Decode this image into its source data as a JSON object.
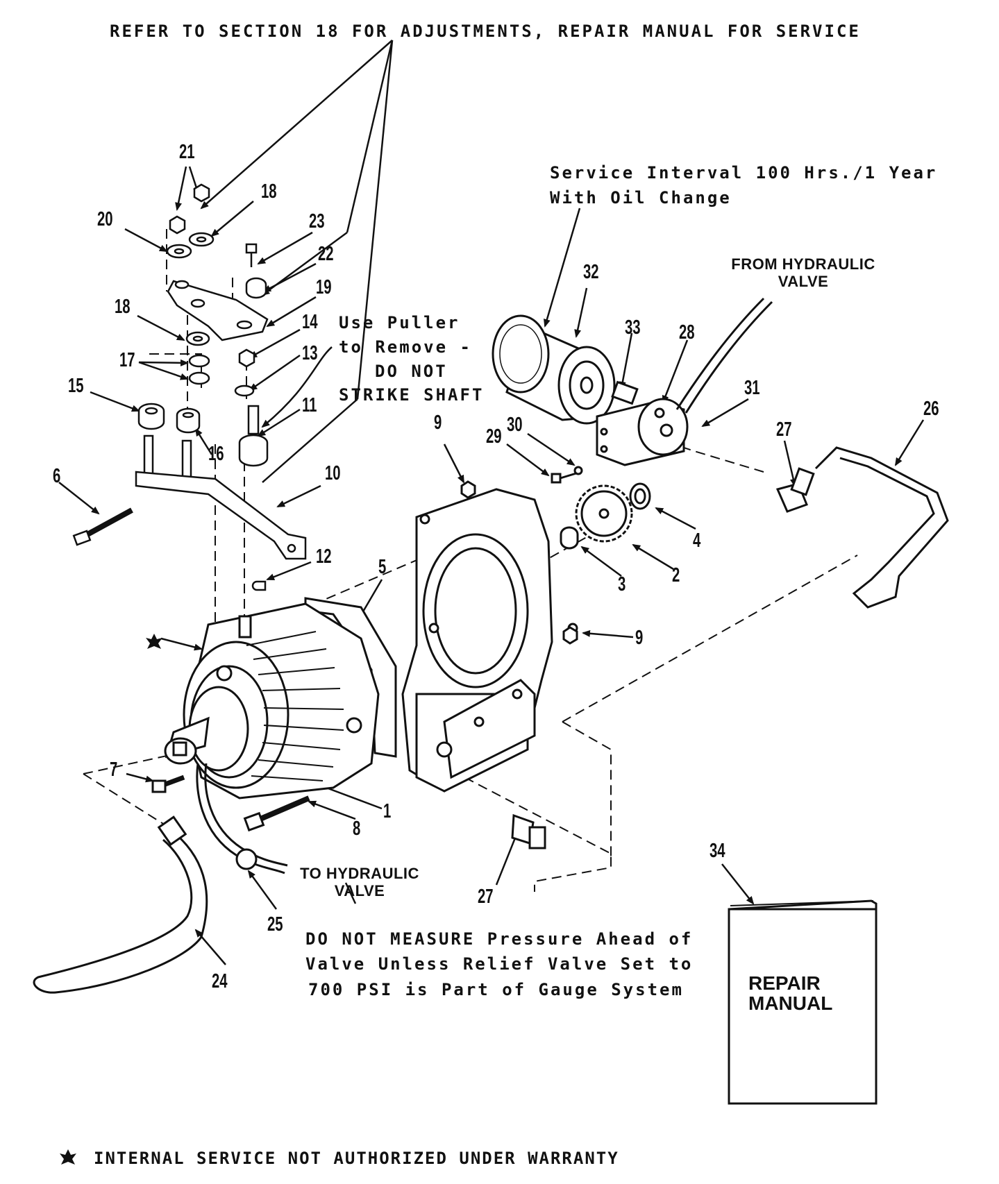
{
  "notes": {
    "top": "REFER TO SECTION 18 FOR ADJUSTMENTS, REPAIR MANUAL FOR SERVICE",
    "service_interval_1": "Service Interval 100 Hrs./1 Year",
    "service_interval_2": "With Oil Change",
    "from_hydraulic_1": "FROM HYDRAULIC",
    "from_hydraulic_2": "VALVE",
    "puller_1": "Use Puller",
    "puller_2": "to Remove -",
    "puller_3": "DO NOT",
    "puller_4": "STRIKE SHAFT",
    "to_hydraulic_1": "TO HYDRAULIC",
    "to_hydraulic_2": "VALVE",
    "measure_1": "DO NOT MEASURE Pressure Ahead of",
    "measure_2": "Valve Unless Relief Valve Set to",
    "measure_3": "700 PSI is Part of Gauge System",
    "warranty": "INTERNAL SERVICE NOT AUTHORIZED UNDER WARRANTY",
    "manual_1": "REPAIR",
    "manual_2": "MANUAL"
  },
  "callouts": [
    {
      "id": "c21",
      "label": "21"
    },
    {
      "id": "c18a",
      "label": "18"
    },
    {
      "id": "c20",
      "label": "20"
    },
    {
      "id": "c23",
      "label": "23"
    },
    {
      "id": "c22",
      "label": "22"
    },
    {
      "id": "c19",
      "label": "19"
    },
    {
      "id": "c18b",
      "label": "18"
    },
    {
      "id": "c14",
      "label": "14"
    },
    {
      "id": "c17",
      "label": "17"
    },
    {
      "id": "c13",
      "label": "13"
    },
    {
      "id": "c15",
      "label": "15"
    },
    {
      "id": "c11",
      "label": "11"
    },
    {
      "id": "c16",
      "label": "16"
    },
    {
      "id": "c6",
      "label": "6"
    },
    {
      "id": "c10",
      "label": "10"
    },
    {
      "id": "c12",
      "label": "12"
    },
    {
      "id": "c5",
      "label": "5"
    },
    {
      "id": "c9a",
      "label": "9"
    },
    {
      "id": "c9b",
      "label": "9"
    },
    {
      "id": "c32",
      "label": "32"
    },
    {
      "id": "c33",
      "label": "33"
    },
    {
      "id": "c28",
      "label": "28"
    },
    {
      "id": "c31",
      "label": "31"
    },
    {
      "id": "c29",
      "label": "29"
    },
    {
      "id": "c30",
      "label": "30"
    },
    {
      "id": "c27a",
      "label": "27"
    },
    {
      "id": "c26",
      "label": "26"
    },
    {
      "id": "c4",
      "label": "4"
    },
    {
      "id": "c3",
      "label": "3"
    },
    {
      "id": "c2",
      "label": "2"
    },
    {
      "id": "c7",
      "label": "7"
    },
    {
      "id": "c8",
      "label": "8"
    },
    {
      "id": "c1",
      "label": "1"
    },
    {
      "id": "c27b",
      "label": "27"
    },
    {
      "id": "c25",
      "label": "25"
    },
    {
      "id": "c24",
      "label": "24"
    },
    {
      "id": "c34",
      "label": "34"
    }
  ]
}
